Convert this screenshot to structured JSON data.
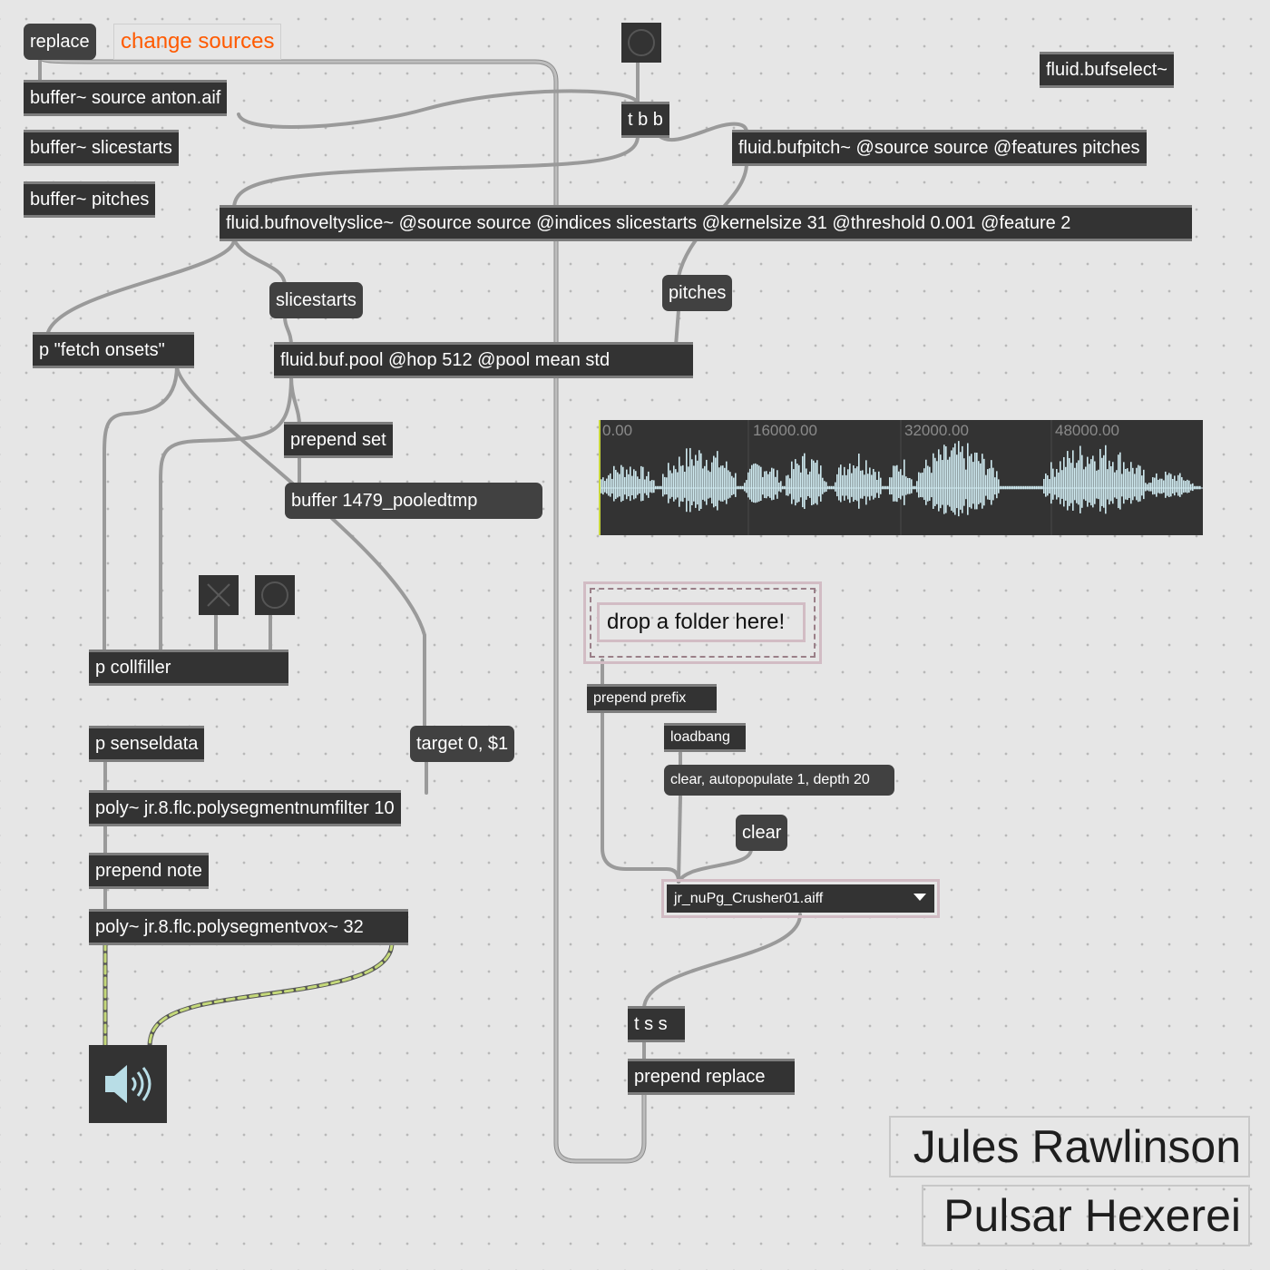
{
  "patch": {
    "comment_change_sources": "change sources",
    "msg_replace": "replace",
    "buffer_source": "buffer~ source anton.aif",
    "buffer_slicestarts": "buffer~ slicestarts",
    "buffer_pitches": "buffer~ pitches",
    "tbb": "t b b",
    "bufselect": "fluid.bufselect~",
    "bufpitch": "fluid.bufpitch~ @source source @features pitches",
    "noveltyslice": "fluid.bufnoveltyslice~ @source source @indices slicestarts @kernelsize 31 @threshold 0.001 @feature 2",
    "msg_slicestarts": "slicestarts",
    "msg_pitches": "pitches",
    "fetch_onsets": "p \"fetch onsets\"",
    "bufpool": "fluid.buf.pool @hop 512 @pool mean std",
    "prepend_set": "prepend set",
    "buffer_pooledtmp": "buffer 1479_pooledtmp",
    "collfiller": "p collfiller",
    "senseldata": "p senseldata",
    "msg_target": "target 0, $1",
    "poly_numfilter": "poly~ jr.8.flc.polysegmentnumfilter 10",
    "prepend_note": "prepend note",
    "poly_vox": "poly~ jr.8.flc.polysegmentvox~ 32",
    "dropfile_label": "drop a folder here!",
    "prepend_prefix": "prepend prefix",
    "loadbang": "loadbang",
    "msg_clear_autopop": "clear, autopopulate 1, depth 20",
    "msg_clear": "clear",
    "umenu_selected": "jr_nuPg_Crusher01.aiff",
    "tss": "t s s",
    "prepend_replace": "prepend replace",
    "author": "Jules Rawlinson",
    "title": "Pulsar Hexerei"
  },
  "waveform": {
    "ruler": [
      "0.00",
      "16000.00",
      "32000.00",
      "48000.00"
    ],
    "wave_color": "#cfeaf0"
  },
  "icons": {
    "bang": "bang-circle-icon",
    "toggle": "toggle-x-icon",
    "speaker": "speaker-icon"
  },
  "colors": {
    "canvas": "#e6e6e6",
    "object": "#333333",
    "cable": "#a5a5a5",
    "audio_cable": "#c5d97a",
    "comment_accent": "#ff5a00"
  }
}
